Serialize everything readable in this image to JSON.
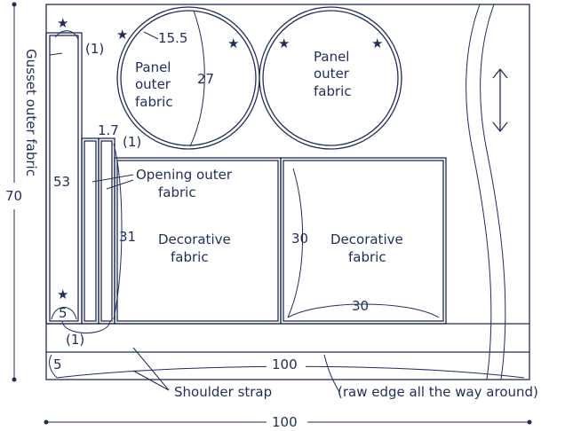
{
  "colors": {
    "line": "#1f2d5a",
    "background": "#ffffff"
  },
  "dimensions": {
    "fabric_width": "100",
    "fabric_length": "70",
    "circle_radius": "15.5",
    "circle_diameter": "27",
    "gusset_length": "53",
    "gusset_width": "5",
    "gusset_seam": "(1)",
    "opening_width": "1.7",
    "opening_seam": "(1)",
    "opening_length": "31",
    "bottom_seam": "(1)",
    "deco_height": "30",
    "deco_width": "30",
    "strap_length": "100",
    "strap_width": "5"
  },
  "labels": {
    "gusset": "Gusset outer fabric",
    "panel_line1": "Panel",
    "panel_line2": "outer",
    "panel_line3": "fabric",
    "opening_line1": "Opening outer",
    "opening_line2": "fabric",
    "deco_line1": "Decorative",
    "deco_line2": "fabric",
    "strap": "Shoulder strap",
    "raw_edge": "(raw edge all the way around)"
  },
  "icons": {
    "star": "★",
    "grain": "double-arrow-vertical"
  }
}
